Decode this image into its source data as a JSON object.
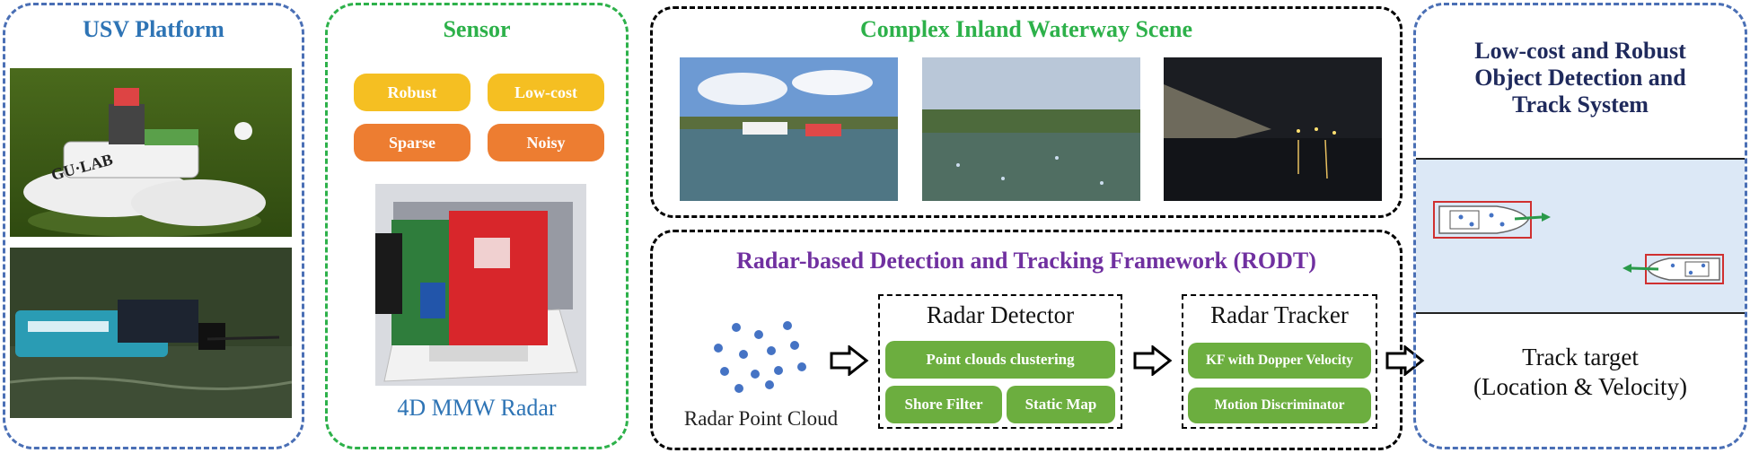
{
  "usv": {
    "title": "USV Platform",
    "boat_label": "GU·LAB"
  },
  "sensor": {
    "title": "Sensor",
    "tags": [
      "Robust",
      "Low-cost",
      "Sparse",
      "Noisy"
    ],
    "caption": "4D MMW Radar"
  },
  "scene": {
    "title": "Complex Inland Waterway Scene"
  },
  "framework": {
    "title": "Radar-based Detection and Tracking Framework (RODT)",
    "point_cloud_label": "Radar Point Cloud",
    "detector": {
      "title": "Radar Detector",
      "steps": [
        "Point clouds clustering",
        "Shore Filter",
        "Static Map"
      ]
    },
    "tracker": {
      "title": "Radar Tracker",
      "steps": [
        "KF with Dopper Velocity",
        "Motion Discriminator"
      ]
    }
  },
  "output": {
    "title_lines": [
      "Low-cost and Robust",
      "Object Detection and",
      "Track System"
    ],
    "result_lines": [
      "Track target",
      "(Location & Velocity)"
    ]
  },
  "colors": {
    "usv_blue": "#2e74b5",
    "green": "#2db14a",
    "purple": "#7030a0",
    "navy": "#1f2a5c",
    "yellow": "#f5bf22",
    "orange": "#ed7d31",
    "step_green": "#6cae3f"
  }
}
